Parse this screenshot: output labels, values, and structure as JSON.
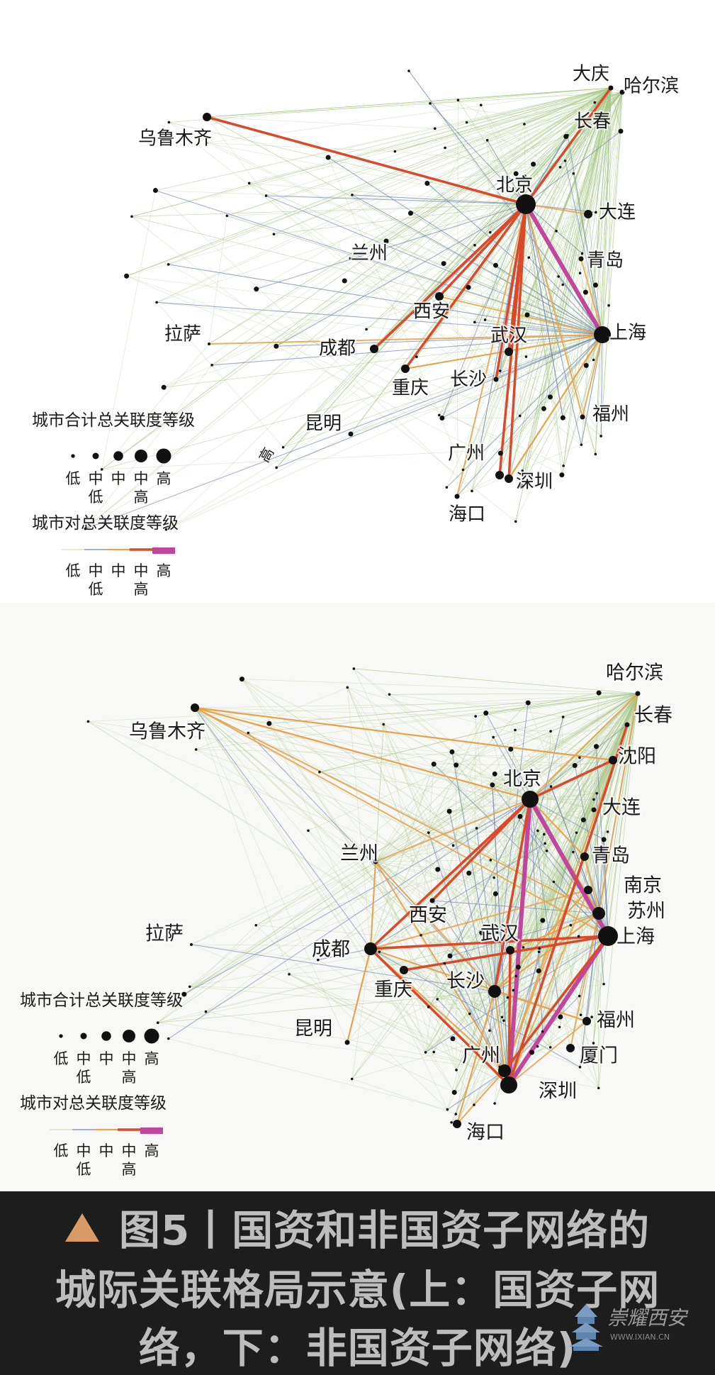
{
  "top_network": {
    "legend_total_title": "城市合计总关联度等级",
    "legend_total_levels": [
      "低",
      "中\n低",
      "中",
      "中\n高",
      "高"
    ],
    "legend_pair_title": "城市对总关联度等级",
    "legend_pair_levels": [
      "低",
      "中\n低",
      "中",
      "中\n高",
      "高"
    ],
    "stray_label": "高",
    "cities": [
      {
        "name": "大庆",
        "size": 1
      },
      {
        "name": "哈尔滨",
        "size": 1
      },
      {
        "name": "长春",
        "size": 1
      },
      {
        "name": "乌鲁木齐",
        "size": 2
      },
      {
        "name": "北京",
        "size": 5
      },
      {
        "name": "大连",
        "size": 2
      },
      {
        "name": "青岛",
        "size": 1
      },
      {
        "name": "兰州",
        "size": 1
      },
      {
        "name": "西安",
        "size": 2
      },
      {
        "name": "拉萨",
        "size": 0
      },
      {
        "name": "成都",
        "size": 2
      },
      {
        "name": "武汉",
        "size": 2
      },
      {
        "name": "上海",
        "size": 4
      },
      {
        "name": "重庆",
        "size": 2
      },
      {
        "name": "长沙",
        "size": 1
      },
      {
        "name": "福州",
        "size": 1
      },
      {
        "name": "昆明",
        "size": 1
      },
      {
        "name": "广州",
        "size": 2
      },
      {
        "name": "深圳",
        "size": 2
      },
      {
        "name": "海口",
        "size": 1
      }
    ]
  },
  "bottom_network": {
    "legend_total_title": "城市合计总关联度等级",
    "legend_total_levels": [
      "低",
      "中\n低",
      "中",
      "中\n高",
      "高"
    ],
    "legend_pair_title": "城市对总关联度等级",
    "legend_pair_levels": [
      "低",
      "中\n低",
      "中",
      "中\n高",
      "高"
    ],
    "cities": [
      {
        "name": "哈尔滨",
        "size": 1
      },
      {
        "name": "长春",
        "size": 1
      },
      {
        "name": "乌鲁木齐",
        "size": 2
      },
      {
        "name": "沈阳",
        "size": 2
      },
      {
        "name": "北京",
        "size": 4
      },
      {
        "name": "大连",
        "size": 1
      },
      {
        "name": "兰州",
        "size": 1
      },
      {
        "name": "青岛",
        "size": 2
      },
      {
        "name": "南京",
        "size": 2
      },
      {
        "name": "苏州",
        "size": 3
      },
      {
        "name": "西安",
        "size": 1
      },
      {
        "name": "拉萨",
        "size": 0
      },
      {
        "name": "武汉",
        "size": 2
      },
      {
        "name": "成都",
        "size": 3
      },
      {
        "name": "上海",
        "size": 5
      },
      {
        "name": "重庆",
        "size": 2
      },
      {
        "name": "长沙",
        "size": 3
      },
      {
        "name": "福州",
        "size": 2
      },
      {
        "name": "昆明",
        "size": 1
      },
      {
        "name": "厦门",
        "size": 2
      },
      {
        "name": "广州",
        "size": 3
      },
      {
        "name": "深圳",
        "size": 4
      },
      {
        "name": "海口",
        "size": 2
      }
    ]
  },
  "pair_level_colors": [
    "#a9c78a",
    "#6b7fb8",
    "#e8a24a",
    "#d94a2b",
    "#c0479b"
  ],
  "node_color": "#111111",
  "caption": {
    "line1": "图5丨国资和非国资子网络的",
    "line2": "城际关联格局示意(上：国资子网",
    "line3": "络，下：非国资子网络)"
  },
  "watermark": {
    "text": "崇耀西安",
    "url": "WWW.IXIAN.CN"
  }
}
